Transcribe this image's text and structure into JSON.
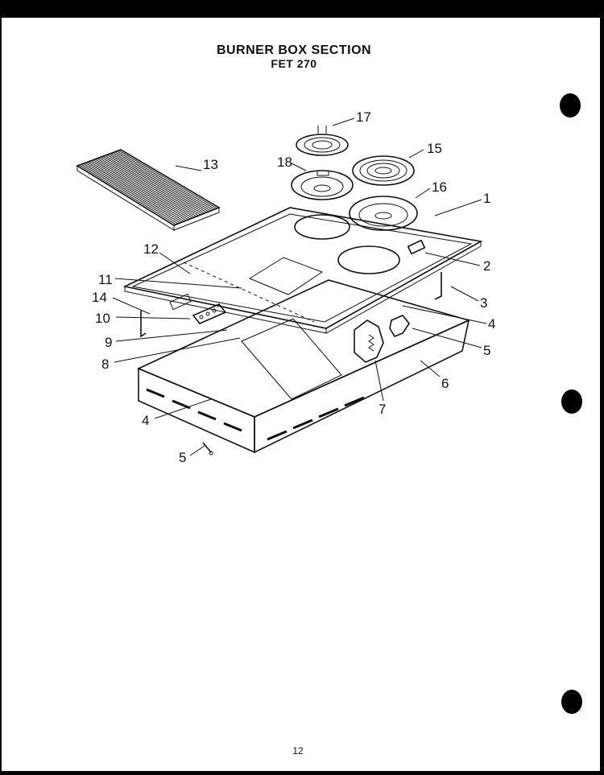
{
  "title": "BURNER BOX SECTION",
  "model": "FET 270",
  "page_number": "12",
  "callouts": {
    "c1": "1",
    "c2": "2",
    "c3": "3",
    "c4a": "4",
    "c4b": "4",
    "c5a": "5",
    "c5b": "5",
    "c6": "6",
    "c7": "7",
    "c8": "8",
    "c9": "9",
    "c10": "10",
    "c11": "11",
    "c12": "12",
    "c13": "13",
    "c14": "14",
    "c15": "15",
    "c16": "16",
    "c17": "17",
    "c18": "18"
  }
}
